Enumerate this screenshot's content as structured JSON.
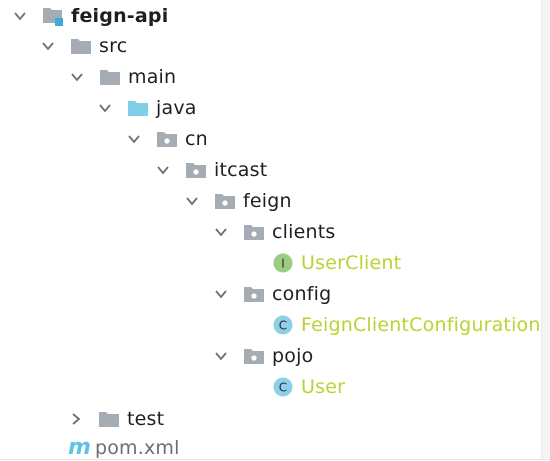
{
  "colors": {
    "folder_gray": "#a5acb4",
    "folder_blue": "#7ecfe8",
    "interface_badge": "#9ccc82",
    "class_badge": "#8ed0e8",
    "class_label": "#b8d433",
    "maven_m": "#5fc3e6"
  },
  "tree": {
    "root": {
      "label": "feign-api",
      "icon": "module-folder-icon"
    },
    "src": {
      "label": "src",
      "icon": "folder-icon"
    },
    "main": {
      "label": "main",
      "icon": "folder-icon"
    },
    "java": {
      "label": "java",
      "icon": "source-root-folder-icon"
    },
    "cn": {
      "label": "cn",
      "icon": "package-icon"
    },
    "itcast": {
      "label": "itcast",
      "icon": "package-icon"
    },
    "feign": {
      "label": "feign",
      "icon": "package-icon"
    },
    "clients": {
      "label": "clients",
      "icon": "package-icon"
    },
    "user_client": {
      "label": "UserClient",
      "badge": "I",
      "icon": "interface-icon"
    },
    "config": {
      "label": "config",
      "icon": "package-icon"
    },
    "feign_config": {
      "label": "FeignClientConfiguration",
      "badge": "C",
      "icon": "class-icon"
    },
    "pojo": {
      "label": "pojo",
      "icon": "package-icon"
    },
    "user": {
      "label": "User",
      "badge": "C",
      "icon": "class-icon"
    },
    "test": {
      "label": "test",
      "icon": "folder-icon"
    },
    "pom": {
      "label": "pom.xml",
      "badge": "m",
      "icon": "maven-icon"
    }
  }
}
